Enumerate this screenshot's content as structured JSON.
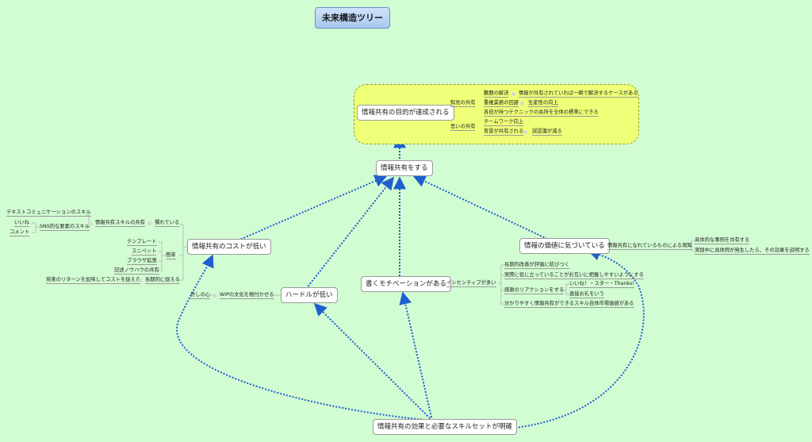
{
  "title": "未来構造ツリー",
  "nodes": {
    "goal": "情報共有の目的が達成される",
    "share": "情報共有をする",
    "cost": "情報共有のコストが低い",
    "value": "情報の価値に気づいている",
    "hurdle": "ハードルが低い",
    "motivation": "書くモチベーションがある",
    "skills": "情報共有の効果と必要なスキルセットが明確"
  },
  "goal_branches": {
    "knowledge": "知見の共有",
    "problem_solving": "難題の解決",
    "problem_solving_detail": "情報が共有されていれば一瞬で解決するケースがある",
    "routine": "重複業務の回避",
    "productivity": "生産性の向上",
    "technique": "各自が持つテクニックの長所を全体の標準にできる",
    "thinking": "思いの共有",
    "teamwork": "チームワーク向上",
    "background": "背景が共有される",
    "misunderstanding": "誤認識が減る"
  },
  "cost_branches": {
    "text_comm": "テキストコミュニケーションのスキル",
    "like": "いいね",
    "comment": "コメント",
    "sns": "SNS的な要素のスキル",
    "share_skill": "情報共有スキルの共有",
    "habituated": "慣れている",
    "template": "テンプレート",
    "snippet": "スニペット",
    "browser_ext": "ブラウザ拡張",
    "knowhow": "記述ノウハウの共有",
    "easy": "簡単",
    "future_return": "将来のリターンを加味してコストを捉える",
    "long_term": "長期的に捉える"
  },
  "hurdle_branches": {
    "allow": "許しの心",
    "wip": "WIPの文化を根付かせる"
  },
  "motivation_branches": {
    "incentive": "インセンティブが多い",
    "long_term_eval": "長期的改善が評価に結びつく",
    "useful": "実際に役に立っていることがお互いに把握しやすいようにする",
    "thanks": "いいね！・スター・Thanks!",
    "direct_thanks": "直接お礼をいう",
    "reaction": "感謝のリアクションをする",
    "clear_skill": "分かりやすく情報共有ができるスキル自体市場価値がある"
  },
  "value_branches": {
    "widely_known": "情報共有になれているものによる周知",
    "concrete_cases": "具体的な事例を共有する",
    "explain_effect": "実践中に具体例が発生したら、その効果を説明する"
  },
  "colors": {
    "background": "#d2fcd2",
    "arrow": "#1e5fd0",
    "cloud_fill": "#f0ff78",
    "connector": "#bdbdbd"
  }
}
